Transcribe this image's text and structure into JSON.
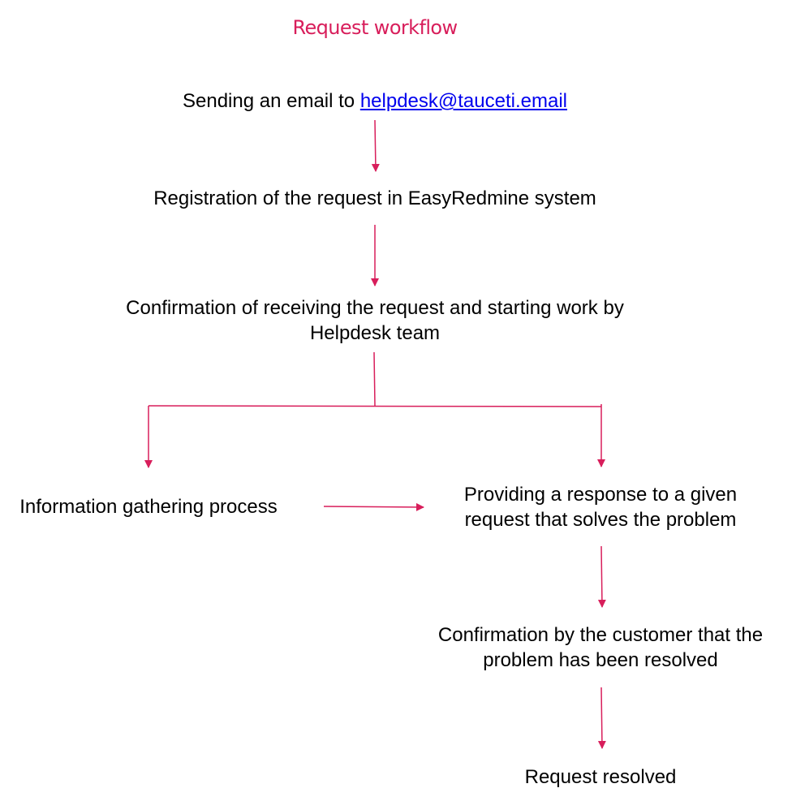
{
  "title": "Request workflow",
  "accent_color": "#d81e5b",
  "link_color": "#0000ee",
  "steps": {
    "email_prefix": "Sending an email to ",
    "email_link": "helpdesk@tauceti.email",
    "registration": "Registration of the request in EasyRedmine system",
    "confirmation_line1": "Confirmation of receiving the request and starting work by",
    "confirmation_line2": "Helpdesk team",
    "information_gathering": "Information gathering process",
    "response_line1": "Providing a response to a given",
    "response_line2": "request that solves the problem",
    "customer_confirmation_line1": "Confirmation by the customer that the",
    "customer_confirmation_line2": "problem has been resolved",
    "resolved": "Request resolved"
  }
}
